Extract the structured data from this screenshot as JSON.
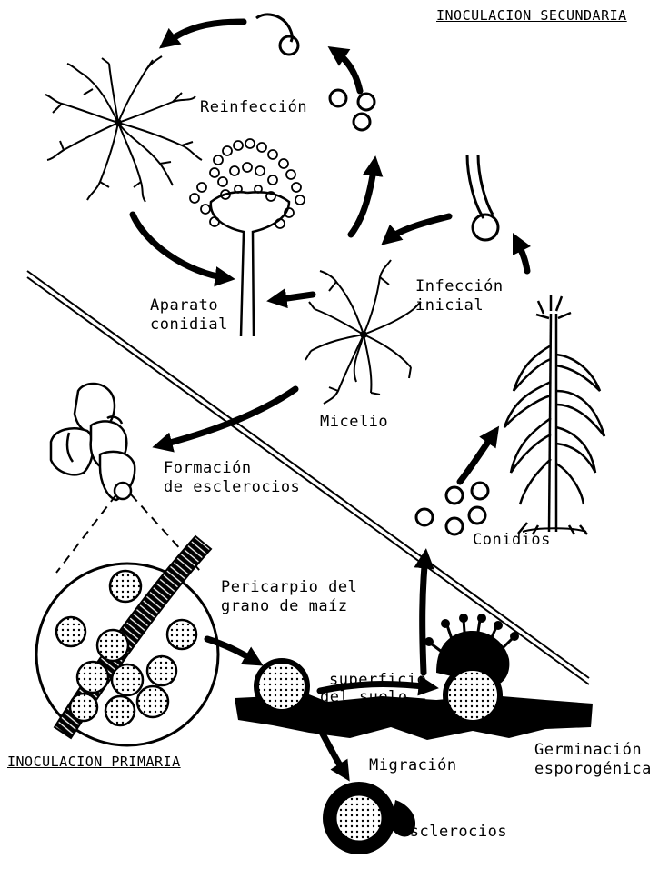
{
  "headers": {
    "secondary": "INOCULACION SECUNDARIA",
    "primary": "INOCULACION PRIMARIA"
  },
  "labels": {
    "reinfection": "Reinfección",
    "conidial_apparatus_1": "Aparato",
    "conidial_apparatus_2": "conidial",
    "initial_infection_1": "Infección",
    "initial_infection_2": "inicial",
    "mycelium": "Micelio",
    "sclerotia_formation_1": "Formación",
    "sclerotia_formation_2": "de esclerocios",
    "conidia": "Conidios",
    "pericarp_1": "Pericarpio del",
    "pericarp_2": "grano de maíz",
    "soil_surface_1": "superficie",
    "soil_surface_2": "del suelo",
    "migration": "Migración",
    "germination_1": "Germinación",
    "germination_2": "esporogénica",
    "sclerotia": "Esclerocios"
  }
}
